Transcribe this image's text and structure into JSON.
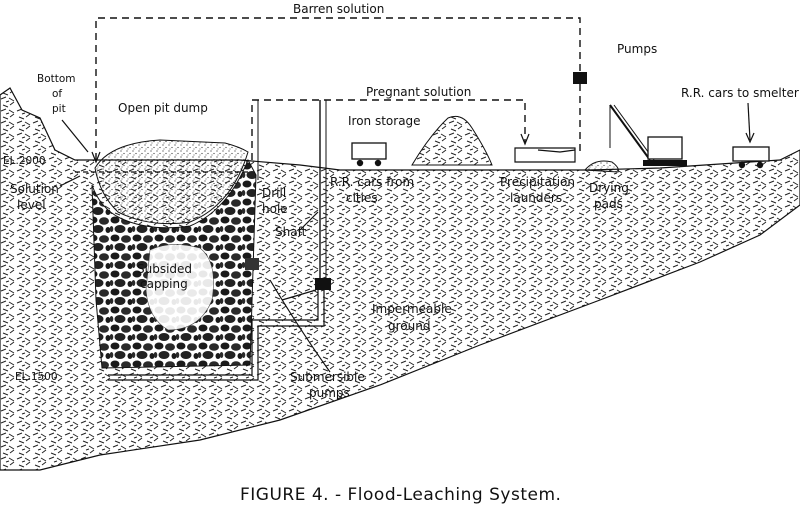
{
  "labels": {
    "barren_solution": "Barren solution",
    "pumps": "Pumps",
    "bottom_of_pit_1": "Bottom",
    "bottom_of_pit_2": "of",
    "bottom_of_pit_3": "pit",
    "open_pit_dump": "Open pit dump",
    "pregnant_solution": "Pregnant solution",
    "iron_storage": "Iron storage",
    "rr_cars_to_smelter": "R.R. cars to smelter",
    "el_2000": "EL.2000",
    "solution_level_1": "Solution",
    "solution_level_2": "level",
    "drill_hole_1": "Drill",
    "drill_hole_2": "hole",
    "shaft": "Shaft",
    "rr_cars_from_cities_1": "R.R. cars from",
    "rr_cars_from_cities_2": "cities",
    "precipitation_launders_1": "Precipitation",
    "precipitation_launders_2": "launders",
    "drying_pads_1": "Drying",
    "drying_pads_2": "pads",
    "subsided_capping_1": "Subsided",
    "subsided_capping_2": "capping",
    "impermeable_ground_1": "Impermeable",
    "impermeable_ground_2": "ground",
    "el_1500": "EL.1500",
    "submersible_pumps_1": "Submersible",
    "submersible_pumps_2": "pumps"
  },
  "caption": "FIGURE 4. - Flood-Leaching System.",
  "colors": {
    "ink": "#111111",
    "paper": "#ffffff"
  }
}
